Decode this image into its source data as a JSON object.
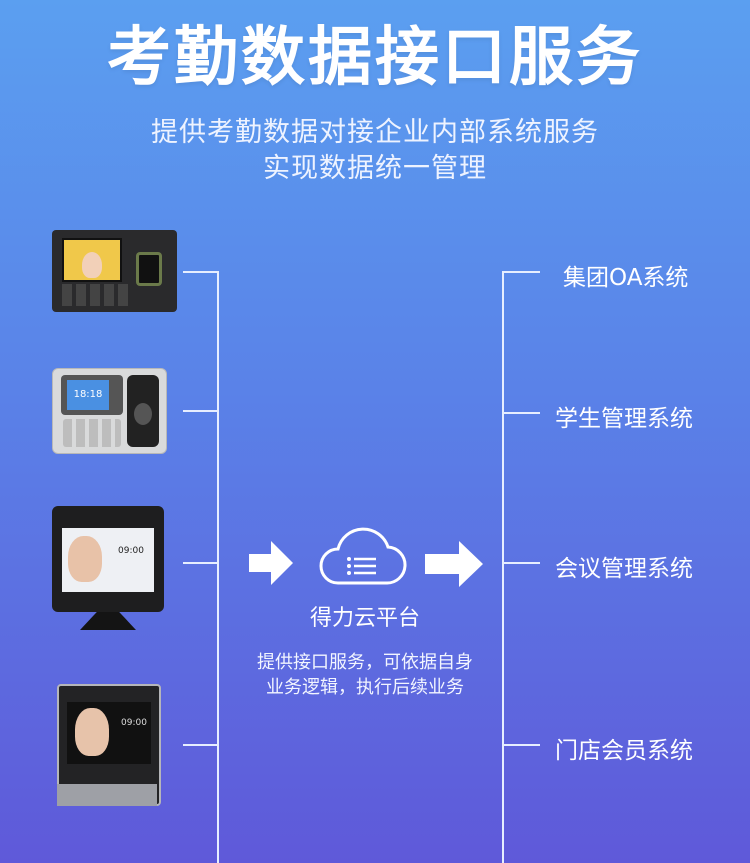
{
  "header": {
    "title": "考勤数据接口服务",
    "subtitle_line1": "提供考勤数据对接企业内部系统服务",
    "subtitle_line2": "实现数据统一管理"
  },
  "devices": {
    "dev2_time": "18:18",
    "dev3_time": "09:00",
    "dev4_time": "09:00"
  },
  "platform": {
    "name": "得力云平台",
    "description_line1": "提供接口服务，可依据自身",
    "description_line2": "业务逻辑，执行后续业务"
  },
  "targets": [
    {
      "label": "集团OA系统"
    },
    {
      "label": "学生管理系统"
    },
    {
      "label": "会议管理系统"
    },
    {
      "label": "门店会员系统"
    }
  ],
  "colors": {
    "background_top": "#5b9ff0",
    "background_bottom": "#5f59d9",
    "line": "#e6eeff"
  }
}
